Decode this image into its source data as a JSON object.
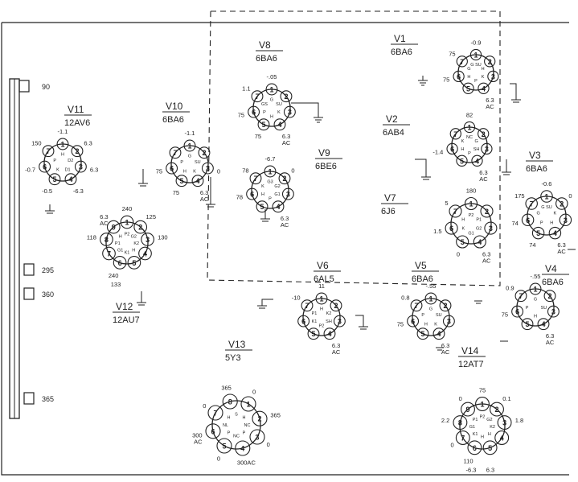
{
  "chassis": {
    "rail_labels": [
      "90",
      "295",
      "360",
      "365"
    ]
  },
  "tubes": [
    {
      "id": "V1",
      "label": "V1",
      "type": "6BA6",
      "pins": [
        "1",
        "2",
        "3",
        "4",
        "5",
        "6",
        "7"
      ],
      "pin_values": [
        "-0.9",
        "",
        "",
        "6.3 AC",
        "",
        "75",
        "75"
      ],
      "symbols": [
        "G SU",
        "H",
        "K",
        "P",
        "H",
        "G"
      ]
    },
    {
      "id": "V2",
      "label": "V2",
      "type": "6AB4",
      "pins": [
        "1",
        "2",
        "3",
        "4",
        "5",
        "6",
        "7"
      ],
      "pin_values": [
        "82",
        "",
        "",
        "6.3 AC",
        "",
        "-1.4",
        ""
      ],
      "symbols": [
        "NC",
        "G",
        "SH",
        "P",
        "H",
        "K"
      ]
    },
    {
      "id": "V3",
      "label": "V3",
      "type": "6BA6",
      "pins": [
        "1",
        "2",
        "3",
        "4",
        "5",
        "6",
        "7"
      ],
      "pin_values": [
        "-0.6",
        "0",
        "",
        "6.3 AC",
        "74",
        "74",
        "175"
      ],
      "symbols": [
        "G SU",
        "K",
        "H",
        "P",
        "G"
      ]
    },
    {
      "id": "V4",
      "label": "V4",
      "type": "6BA6",
      "pins": [
        "1",
        "2",
        "3",
        "4",
        "5",
        "6",
        "7"
      ],
      "pin_values": [
        "-.55",
        "",
        "",
        "6.3 AC",
        "",
        "75",
        "0.9"
      ],
      "symbols": [
        "G",
        "SU",
        "H",
        "P"
      ]
    },
    {
      "id": "V5",
      "label": "V5",
      "type": "6BA6",
      "pins": [
        "1",
        "2",
        "3",
        "4",
        "5",
        "6",
        "7"
      ],
      "pin_values": [
        "-.55",
        "",
        "",
        "6.3 AC",
        "",
        "75",
        "0.8"
      ],
      "symbols": [
        "G",
        "SU",
        "K",
        "H",
        "P"
      ]
    },
    {
      "id": "V6",
      "label": "V6",
      "type": "6AL5",
      "pins": [
        "1",
        "2",
        "3",
        "4",
        "5",
        "6",
        "7"
      ],
      "pin_values": [
        "11",
        "",
        "",
        "6.3 AC",
        "",
        "",
        "-10"
      ],
      "symbols": [
        "H",
        "K2",
        "SH",
        "P2",
        "K1",
        "P1"
      ]
    },
    {
      "id": "V7",
      "label": "V7",
      "type": "6J6",
      "pins": [
        "1",
        "2",
        "3",
        "4",
        "5",
        "6",
        "7"
      ],
      "pin_values": [
        "180",
        "",
        "",
        "6.3 AC",
        "0",
        "1.5",
        "5"
      ],
      "symbols": [
        "P2",
        "P1",
        "G2",
        "G1",
        "K",
        "H"
      ]
    },
    {
      "id": "V8",
      "label": "V8",
      "type": "6BA6",
      "pins": [
        "1",
        "2",
        "3",
        "4",
        "5",
        "6",
        "7"
      ],
      "pin_values": [
        "-.05",
        "",
        "",
        "6.3 AC",
        "75",
        "75",
        "1.1"
      ],
      "symbols": [
        "G",
        "SU",
        "K",
        "H",
        "P",
        "GS"
      ]
    },
    {
      "id": "V9",
      "label": "V9",
      "type": "6BE6",
      "pins": [
        "1",
        "2",
        "3",
        "4",
        "5",
        "6",
        "7"
      ],
      "pin_values": [
        "-6.7",
        "0",
        "",
        "6.3 AC",
        "",
        "78",
        "78"
      ],
      "symbols": [
        "G3",
        "G2",
        "G1",
        "P",
        "H",
        "K"
      ]
    },
    {
      "id": "V10",
      "label": "V10",
      "type": "6BA6",
      "pins": [
        "1",
        "2",
        "3",
        "4",
        "5",
        "6",
        "7"
      ],
      "pin_values": [
        "-1.1",
        "",
        "0",
        "6.3 AC",
        "75",
        "75",
        ""
      ],
      "symbols": [
        "G",
        "SU",
        "K",
        "H",
        "P"
      ]
    },
    {
      "id": "V11",
      "label": "V11",
      "type": "12AV6",
      "pins": [
        "1",
        "2",
        "3",
        "4",
        "5",
        "6",
        "7"
      ],
      "pin_values": [
        "-1.1",
        "6.3",
        "6.3",
        "-6.3",
        "-0.5",
        "-0.7",
        "150"
      ],
      "symbols": [
        "H",
        "D2",
        "D1",
        "K",
        "P"
      ]
    },
    {
      "id": "V12",
      "label": "V12",
      "type": "12AU7",
      "pins": [
        "1",
        "2",
        "3",
        "4",
        "5",
        "6",
        "7",
        "8",
        "9"
      ],
      "pin_values": [
        "240",
        "125",
        "130",
        "",
        "",
        "240",
        "",
        "118",
        "6.3 AC",
        "133"
      ],
      "symbols": [
        "P2",
        "G2",
        "K2",
        "H",
        "K1",
        "G1",
        "P1",
        "H"
      ]
    },
    {
      "id": "V13",
      "label": "V13",
      "type": "5Y3",
      "pins": [
        "1",
        "2",
        "3",
        "4",
        "5",
        "6",
        "7",
        "8"
      ],
      "pin_values": [
        "0",
        "365",
        "0",
        "300AC",
        "0",
        "300 AC",
        "0",
        "365"
      ],
      "symbols": [
        "S",
        "H",
        "NC",
        "P",
        "NC",
        "P",
        "NL",
        "H"
      ]
    },
    {
      "id": "V14",
      "label": "V14",
      "type": "12AT7",
      "pins": [
        "1",
        "2",
        "3",
        "4",
        "5",
        "6",
        "7",
        "8",
        "9"
      ],
      "pin_values": [
        "75",
        "0.1",
        "1.8",
        "",
        "",
        "110",
        "0",
        "2.2",
        "0",
        "-6.3",
        "6.3"
      ],
      "symbols": [
        "P2",
        "G2",
        "K2",
        "H",
        "H",
        "K1",
        "G1",
        "P1"
      ]
    }
  ]
}
